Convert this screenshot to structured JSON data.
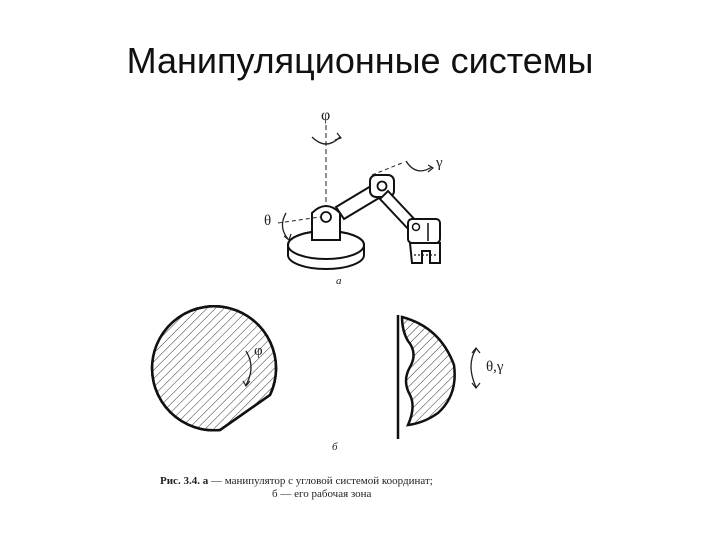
{
  "slide": {
    "title": "Манипуляционные системы"
  },
  "figure": {
    "labels": {
      "phi_top": "φ",
      "gamma": "γ",
      "theta": "θ",
      "sub_a": "а",
      "phi_zone": "φ",
      "theta_gamma": "θ,γ",
      "sub_b": "б"
    },
    "caption": {
      "prefix": "Рис. 3.4. а",
      "line1": " — манипулятор с угловой системой координат;",
      "line2": "б — его рабочая зона"
    }
  }
}
